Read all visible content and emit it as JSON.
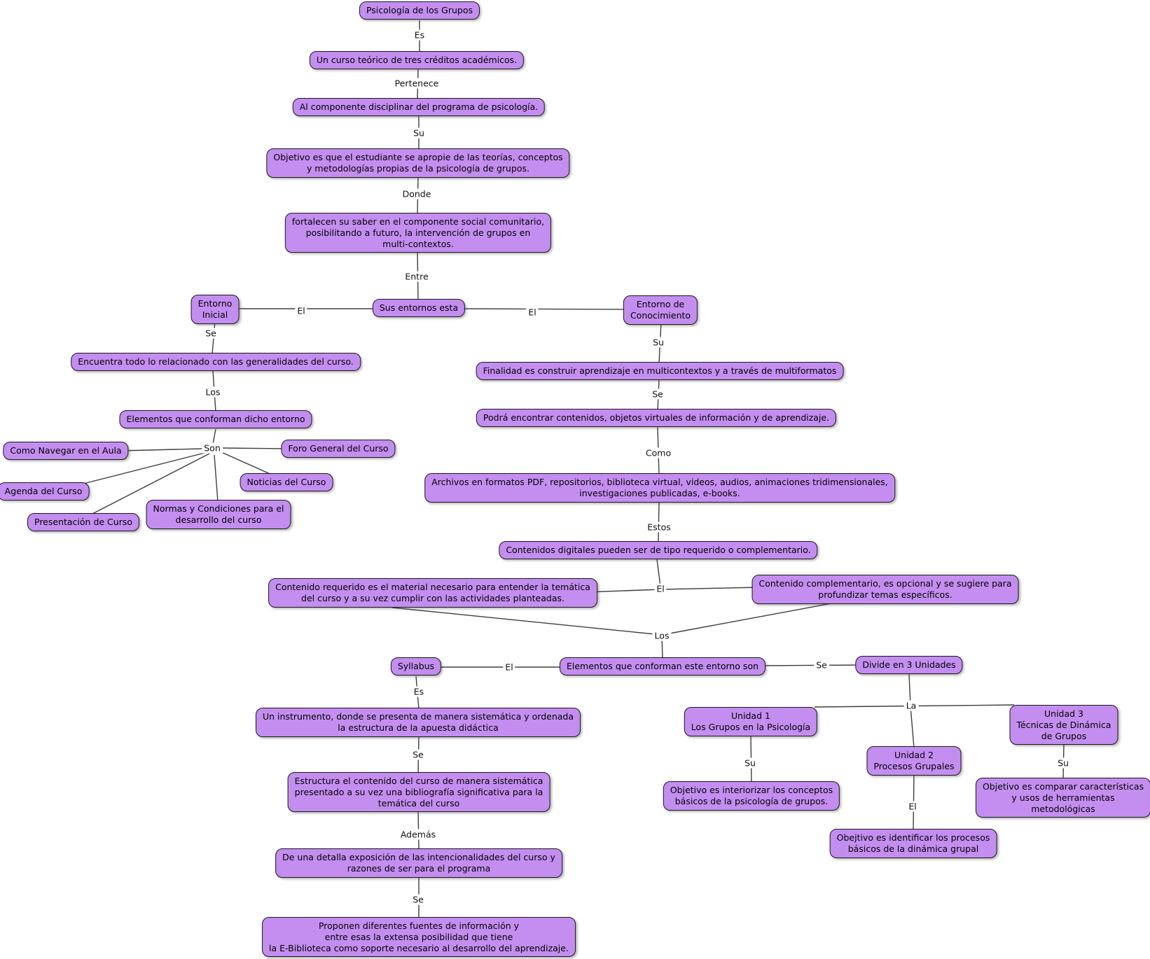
{
  "diagram": {
    "colors": {
      "background": "#ffffff",
      "node_fill": "#c48ef0",
      "node_border": "#1a1a1a",
      "line": "#3f3f3f"
    },
    "nodes": {
      "psicologia": "Psicología de los Grupos",
      "curso": "Un curso teórico de tres créditos académicos.",
      "componente": "Al componente disciplinar del programa de psicología.",
      "objetivo": "Objetivo es que el estudiante se apropie de las teorías, conceptos\ny metodologías propias de la psicología de grupos.",
      "fortalecen": "fortalecen su saber en el componente social comunitario,\nposibilitando a futuro, la intervención de grupos en\nmulti-contextos.",
      "entornos": "Sus entornos esta",
      "entorno_inicial": "Entorno\nInicial",
      "entorno_conocimiento": "Entorno de\nConocimiento",
      "encuentra": "Encuentra todo lo relacionado con las generalidades del curso.",
      "elementos_dicho": "Elementos que conforman dicho entorno",
      "como_navegar": "Como Navegar en el Aula",
      "foro": "Foro General del Curso",
      "agenda": "Agenda del Curso",
      "noticias": "Noticias del Curso",
      "presentacion": "Presentación de Curso",
      "normas": "Normas y Condiciones para el\ndesarrollo del curso",
      "finalidad": "Finalidad es construir aprendizaje en multicontextos y a través de multiformatos",
      "podra": "Podrá encontrar contenidos, objetos virtuales de información y de aprendizaje.",
      "archivos": "Archivos en formatos PDF, repositorios, biblioteca virtual, videos, audios, animaciones tridimensionales,\ninvestigaciones publicadas, e-books.",
      "contenidos_digitales": "Contenidos digitales pueden ser de tipo requerido o complementario.",
      "requerido": "Contenido requerido es el material necesario para entender la temática\ndel curso y a su vez cumplir con las actividades planteadas.",
      "complementario": "Contenido complementario, es opcional y se sugiere para\nprofundizar temas específicos.",
      "elementos_entorno": "Elementos que conforman este entorno son",
      "syllabus": "Syllabus",
      "divide": "Divide en 3 Unidades",
      "instrumento": "Un instrumento, donde se presenta de manera sistemática y ordenada\nla estructura de la apuesta didáctica",
      "estructura": "Estructura el contenido del curso de manera sistemática\npresentado a su vez una bibliografía significativa para la\ntemática del curso",
      "detalla": "De una detalla exposición de las intencionalidades del curso y\nrazones de ser para el programa",
      "proponen": "Proponen diferentes fuentes de información y\nentre esas la extensa posibilidad que tiene\nla E-Biblioteca como soporte necesario al desarrollo del aprendizaje.",
      "unidad1": "Unidad 1\nLos Grupos en la Psicología",
      "unidad2": "Unidad 2\nProcesos Grupales",
      "unidad3": "Unidad 3\nTécnicas de Dinámica\nde Grupos",
      "objetivo1": "Objetivo es interiorizar los conceptos\nbásicos de la psicología de grupos.",
      "objetivo2": "Obejtivo es identificar los procesos\nbásicos de la dinámica grupal",
      "objetivo3": "Objetivo es comparar características\ny usos de herramientas\nmetodológicas"
    },
    "links": {
      "es1": "Es",
      "pertenece": "Pertenece",
      "su1": "Su",
      "donde": "Donde",
      "entre": "Entre",
      "el_inicial": "El",
      "el_conocimiento": "El",
      "se_inicial": "Se",
      "los_inicial": "Los",
      "son": "Son",
      "su_conocimiento": "Su",
      "se_conocimiento": "Se",
      "como": "Como",
      "estos": "Estos",
      "el_contenido": "El",
      "los_elementos": "Los",
      "el_syllabus": "El",
      "se_divide": "Se",
      "es_syllabus": "Es",
      "se_estructura": "Se",
      "ademas": "Además",
      "se_proponen": "Se",
      "la": "La",
      "su_unidad1": "Su",
      "el_unidad2": "El",
      "su_unidad3": "Su"
    }
  }
}
